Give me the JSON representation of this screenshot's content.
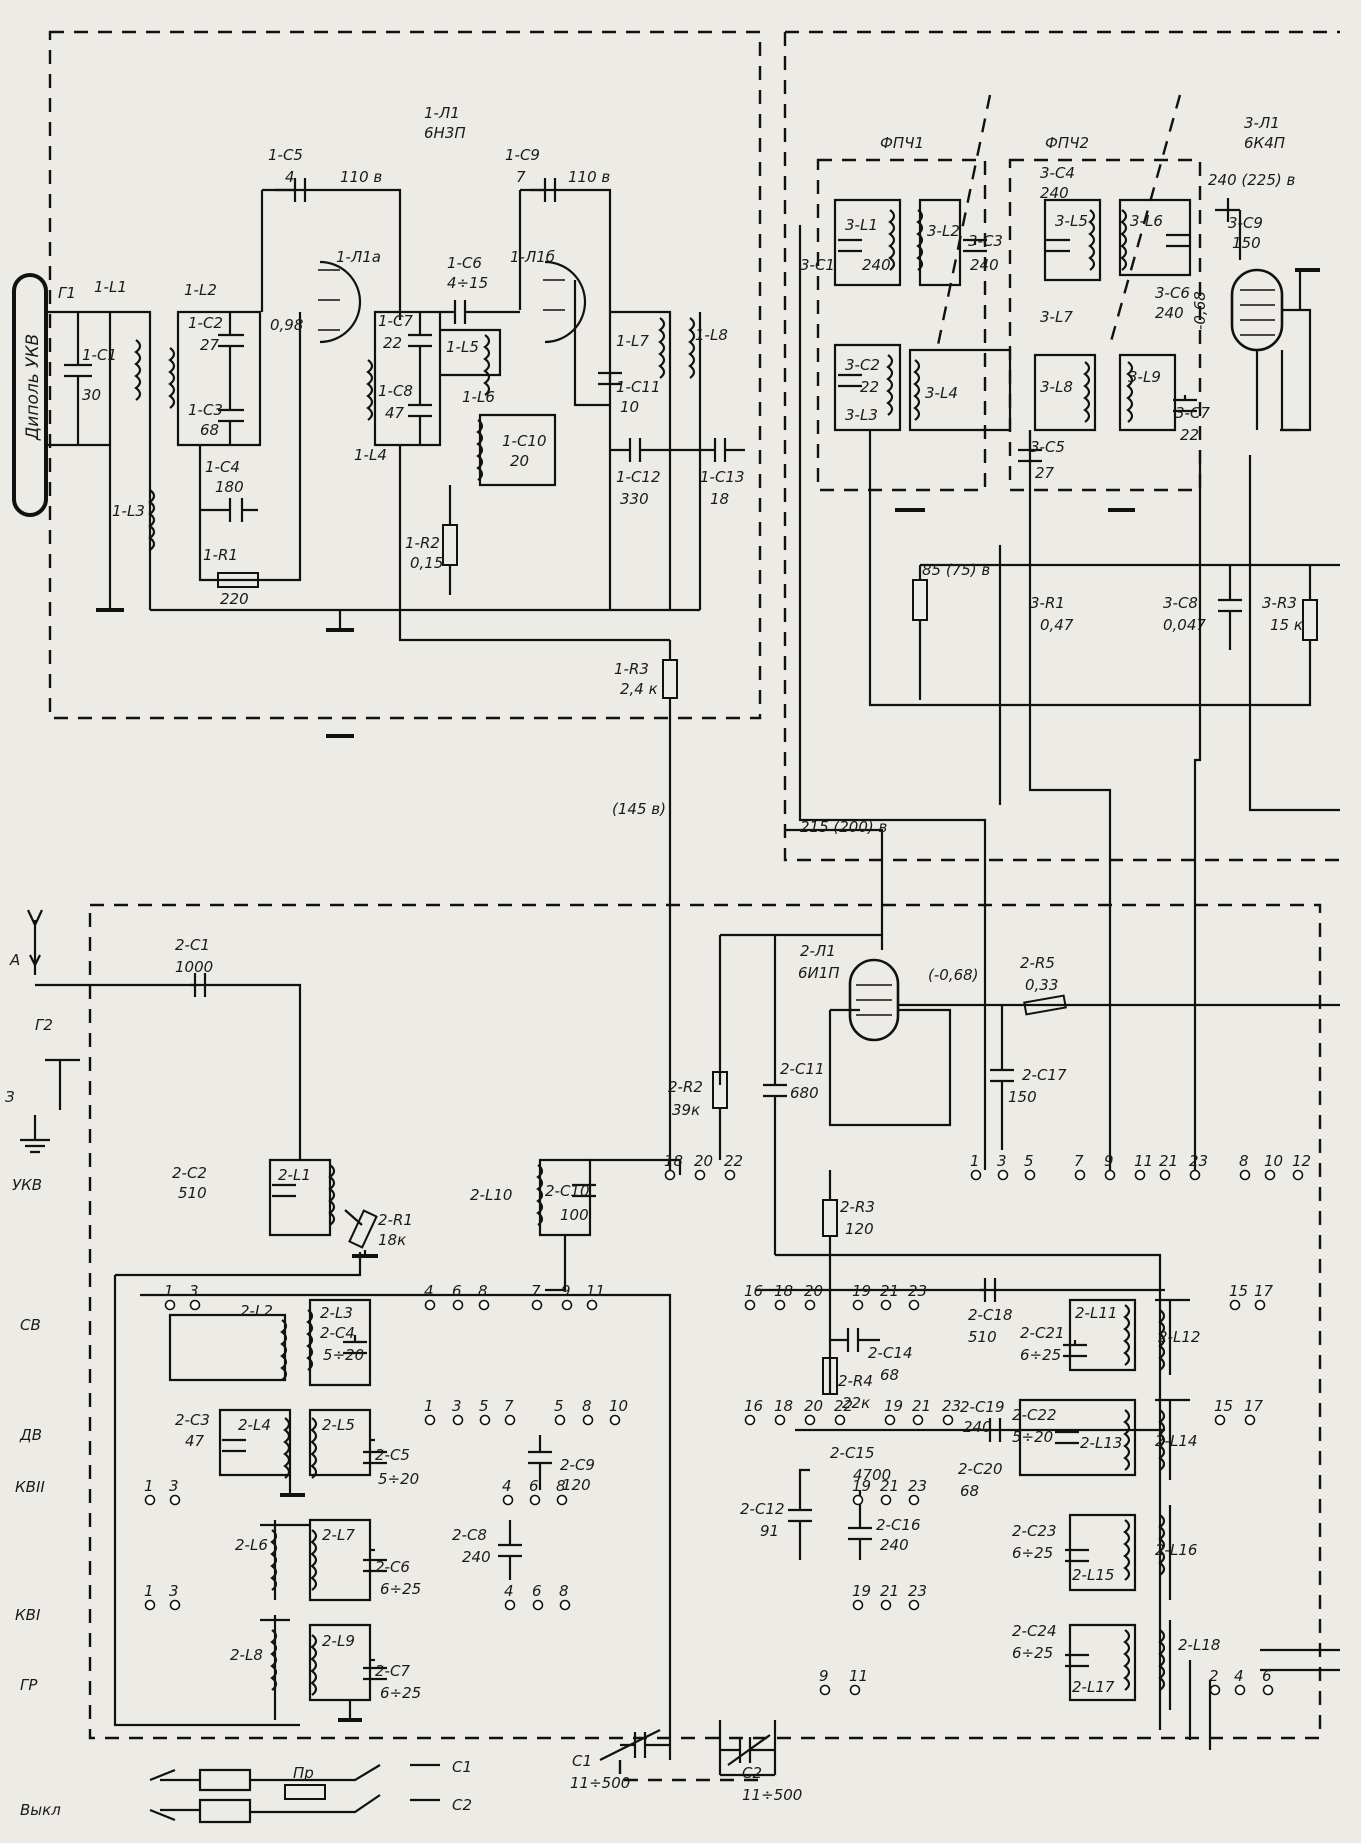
{
  "tube_blocks": {
    "t1": {
      "ref": "1-Л1",
      "type": "6Н3П",
      "sub_a": "1-Л1а",
      "sub_b": "1-Л1б"
    },
    "t3": {
      "ref": "3-Л1",
      "type": "6К4П"
    },
    "t2": {
      "ref": "2-Л1",
      "type": "6И1П"
    }
  },
  "filters": {
    "f1": "ФПЧ1",
    "f2": "ФПЧ2"
  },
  "voltages": {
    "v110a": "110 в",
    "v110b": "110 в",
    "v240": "240 (225) в",
    "v85": "85 (75) в",
    "v215": "215 (200) в",
    "v145": "(145 в)",
    "neg068a": "-0,68",
    "neg068b": "(-0,68)"
  },
  "antenna": {
    "dipole": "Диполь УКВ",
    "g1": "Г1",
    "g2": "Г2",
    "a": "А",
    "z": "З"
  },
  "ukv_block": {
    "L1": "1-L1",
    "C1": "1-C1",
    "C1v": "30",
    "L2": "1-L2",
    "C2": "1-C2",
    "C2v": "27",
    "C3": "1-C3",
    "C3v": "68",
    "L3": "1-L3",
    "C4": "1-C4",
    "C4v": "180",
    "R1": "1-R1",
    "R1v": "220",
    "C5": "1-C5",
    "C5v": "4",
    "v098": "0,98",
    "C7": "1-C7",
    "C7v": "22",
    "C8": "1-C8",
    "C8v": "47",
    "L4": "1-L4",
    "C6": "1-C6",
    "C6v": "4÷15",
    "L5": "1-L5",
    "L6": "1-L6",
    "C9": "1-C9",
    "C9v": "7",
    "C10": "1-C10",
    "C10v": "20",
    "R2": "1-R2",
    "R2v": "0,15",
    "L7": "1-L7",
    "L8": "1-L8",
    "C11": "1-C11",
    "C11v": "10",
    "C12": "1-C12",
    "C12v": "330",
    "C13": "1-C13",
    "C13v": "18",
    "R3": "1-R3",
    "R3v": "2,4 к"
  },
  "if_block": {
    "L1": "3-L1",
    "L1v": "240",
    "C1": "3-C1",
    "L2": "3-L2",
    "C3": "3-C3",
    "C3v": "240",
    "C2": "3-C2",
    "C2v": "22",
    "L3": "3-L3",
    "L4": "3-L4",
    "C4": "3-C4",
    "C4v": "240",
    "L5": "3-L5",
    "L6": "3-L6",
    "C6": "3-C6",
    "C6v": "240",
    "L7": "3-L7",
    "L8": "3-L8",
    "L9": "3-L9",
    "C5": "3-C5",
    "C5v": "27",
    "C7": "3-C7",
    "C7v": "22",
    "C9": "3-C9",
    "C9v": "150",
    "R1": "3-R1",
    "R1v": "0,47",
    "C8": "3-C8",
    "C8v": "0,047",
    "R3": "3-R3",
    "R3v": "15 к"
  },
  "lower_block": {
    "C1": "2-C1",
    "C1v": "1000",
    "C2": "2-C2",
    "C2v": "510",
    "L1": "2-L1",
    "R1": "2-R1",
    "R1v": "18к",
    "L10": "2-L10",
    "C10": "2-C10",
    "C10v": "100",
    "L2": "2-L2",
    "L3": "2-L3",
    "C4": "2-C4",
    "C4v": "5÷20",
    "C3": "2-C3",
    "C3v": "47",
    "L4": "2-L4",
    "L5": "2-L5",
    "C5": "2-C5",
    "C5v": "5÷20",
    "C9": "2-C9",
    "C9v": "120",
    "L6": "2-L6",
    "L7": "2-L7",
    "C6": "2-C6",
    "C6v": "6÷25",
    "C8": "2-C8",
    "C8v": "240",
    "L8": "2-L8",
    "L9": "2-L9",
    "C7": "2-C7",
    "C7v": "6÷25",
    "R2": "2-R2",
    "R2v": "39к",
    "C11": "2-C11",
    "C11v": "680",
    "R5": "2-R5",
    "R5v": "0,33",
    "C17": "2-C17",
    "C17v": "150",
    "R3": "2-R3",
    "R3v": "120",
    "R4": "2-R4",
    "R4v": "22к",
    "C14": "2-C14",
    "C14v": "68",
    "C18": "2-C18",
    "C18v": "510",
    "C19": "2-C19",
    "C19v": "240",
    "C20": "2-C20",
    "C20v": "68",
    "C15": "2-C15",
    "C15v": "4700",
    "C12": "2-C12",
    "C12v": "91",
    "C16": "2-C16",
    "C16v": "240",
    "L11": "2-L11",
    "L12": "2-L12",
    "C21": "2-C21",
    "C21v": "6÷25",
    "C22": "2-C22",
    "C22v": "5÷20",
    "L13": "2-L13",
    "L14": "2-L14",
    "C23": "2-C23",
    "C23v": "6÷25",
    "L15": "2-L15",
    "L16": "2-L16",
    "C24": "2-C24",
    "C24v": "6÷25",
    "L17": "2-L17",
    "L18": "2-L18"
  },
  "bands": {
    "ukv": "УКВ",
    "sv": "СВ",
    "dv": "ДВ",
    "kv2": "КВII",
    "kv1": "КВI",
    "gr": "ГР",
    "off": "Выкл"
  },
  "tuning": {
    "C1": "C1",
    "C1v": "11÷500",
    "C2": "C2",
    "C2v": "11÷500",
    "fuse": "Пр",
    "out1": "C1",
    "out2": "C2"
  },
  "pins": {
    "p1": "1",
    "p3": "3",
    "p5": "5",
    "p7": "7",
    "p9": "9",
    "p11": "11",
    "p21": "21",
    "p23": "23",
    "p8": "8",
    "p10": "10",
    "p12": "12",
    "p18": "18",
    "p20": "20",
    "p22": "22",
    "p16": "16",
    "p19": "19",
    "p15": "15",
    "p17": "17",
    "p4": "4",
    "p6": "6",
    "p2": "2"
  }
}
